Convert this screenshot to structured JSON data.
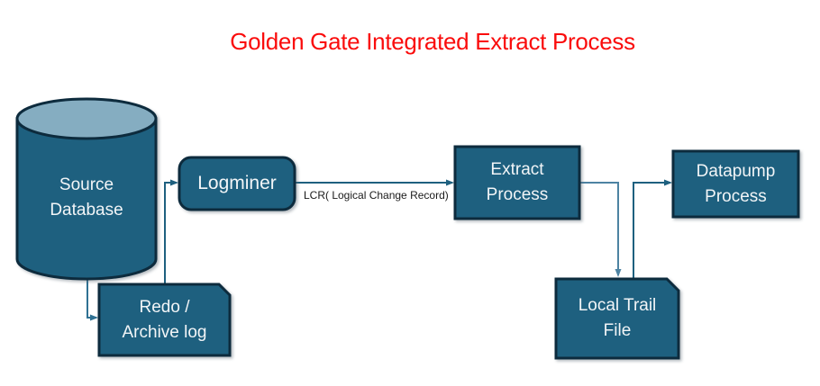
{
  "title": {
    "text": "Golden Gate Integrated Extract Process",
    "color": "#fa0c0c"
  },
  "nodes": {
    "source_database": {
      "label": "Source\nDatabase",
      "shape": "cylinder"
    },
    "logminer": {
      "label": "Logminer",
      "shape": "rounded-rectangle"
    },
    "extract_process": {
      "label": "Extract\nProcess",
      "shape": "rectangle"
    },
    "datapump_process": {
      "label": "Datapump\nProcess",
      "shape": "rectangle"
    },
    "local_trail_file": {
      "label": "Local Trail\nFile",
      "shape": "snipped-corner-rectangle"
    },
    "redo_archive_log": {
      "label": "Redo /\nArchive log",
      "shape": "snipped-corner-rectangle"
    }
  },
  "connectors": {
    "lcr_label": "LCR( Logical Change Record)",
    "flows": [
      "source_database -> redo_archive_log",
      "redo_archive_log -> logminer",
      "logminer -> extract_process",
      "extract_process -> local_trail_file",
      "local_trail_file -> datapump_process"
    ]
  },
  "colors": {
    "shape_fill": "#1e607f",
    "shape_border": "#0d2b3d",
    "cylinder_top_fill": "#85adc1",
    "label_text": "#f2f5f7",
    "connector_dark": "#1e607f",
    "connector_mid": "#2f7193",
    "connector_light": "#4d83a2",
    "lcr_text": "#1a1a1a",
    "title_red": "#fa0c0c",
    "background": "#ffffff"
  }
}
